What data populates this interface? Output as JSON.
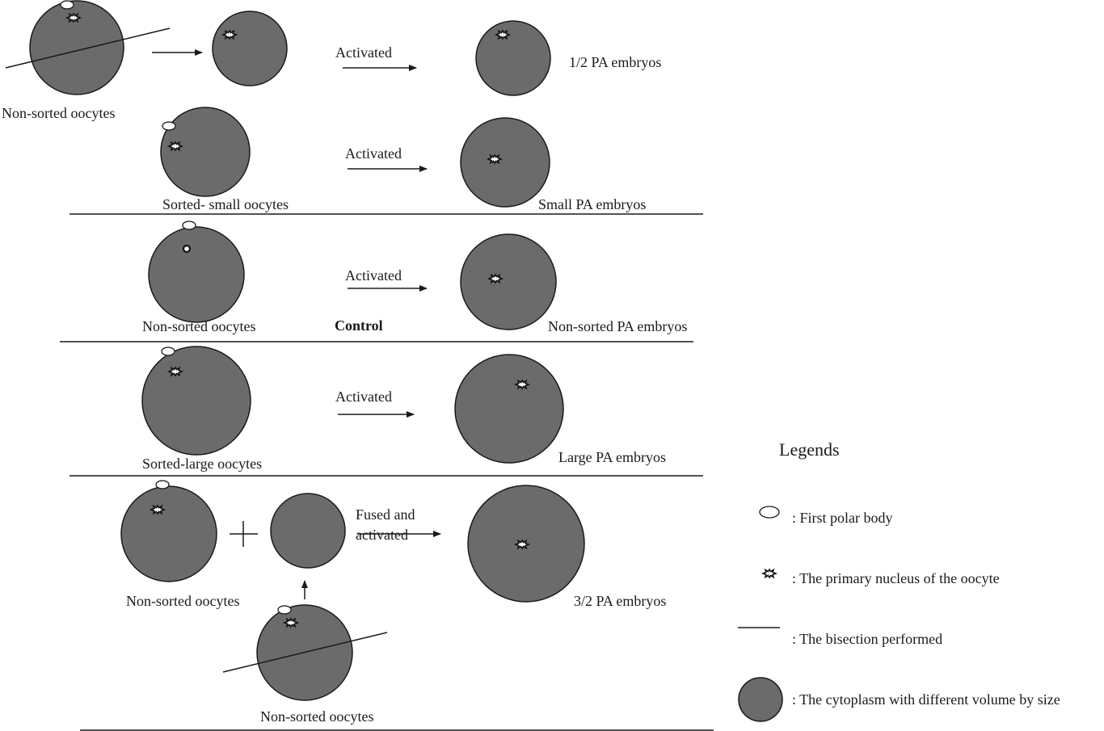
{
  "colors": {
    "cytoplasm": "#6b6b6b",
    "outline": "#1a1a1a",
    "polar_body_fill": "#ffffff",
    "background": "#ffffff"
  },
  "rows": {
    "half": {
      "source_label": "Non-sorted oocytes",
      "arrow_label": "Activated",
      "result_label": "1/2 PA embryos"
    },
    "small": {
      "source_label": "Sorted- small oocytes",
      "arrow_label": "Activated",
      "result_label": "Small PA embryos"
    },
    "control": {
      "source_label": "Non-sorted oocytes",
      "arrow_label": "Activated",
      "group_label": "Control",
      "result_label": "Non-sorted PA embryos"
    },
    "large": {
      "source_label": "Sorted-large oocytes",
      "arrow_label": "Activated",
      "result_label": "Large PA embryos"
    },
    "three_half": {
      "source_label": "Non-sorted oocytes",
      "arrow_label_line1": "Fused and",
      "arrow_label_line2": "activated",
      "donor_label": "Non-sorted oocytes",
      "result_label": "3/2 PA embryos"
    }
  },
  "legend": {
    "title": "Legends",
    "items": [
      {
        "icon": "polar-body-icon",
        "text": ": First polar body"
      },
      {
        "icon": "nucleus-icon",
        "text": ": The primary nucleus of the oocyte"
      },
      {
        "icon": "bisection-line-icon",
        "text": ": The bisection performed"
      },
      {
        "icon": "cytoplasm-icon",
        "text": ": The cytoplasm with different volume by size"
      }
    ]
  }
}
